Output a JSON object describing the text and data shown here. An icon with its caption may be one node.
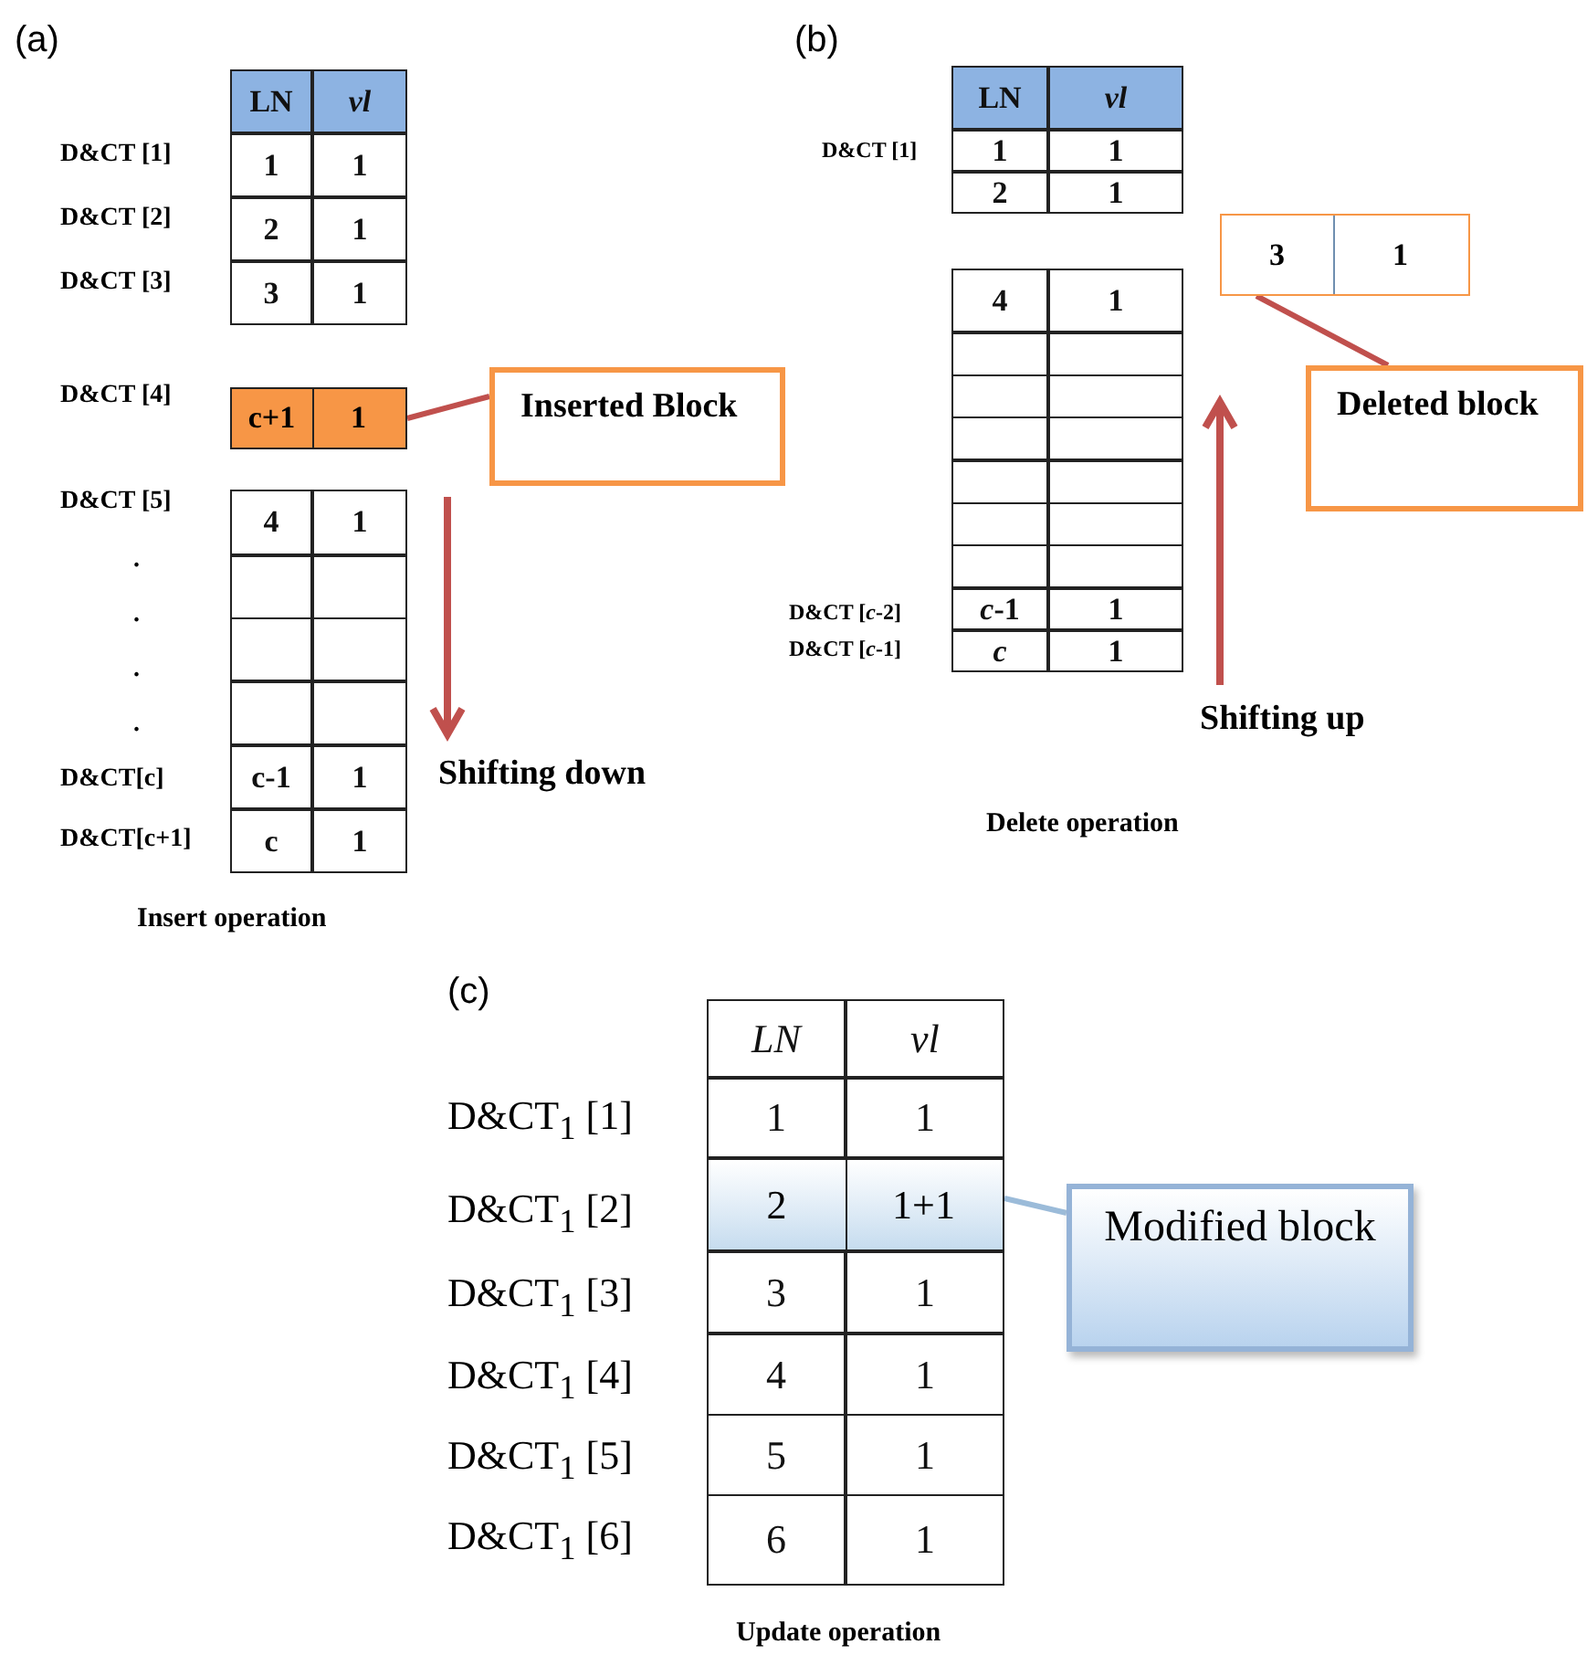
{
  "diagram": {
    "nodes": [
      {
        "text": [
          "c+1",
          "1"
        ]
      },
      {
        "text": [
          "Inserted Block"
        ]
      },
      {
        "text": [
          "3",
          "1"
        ]
      },
      {
        "text": [
          "Deleted block"
        ]
      },
      {
        "text": [
          "2",
          "1+1"
        ]
      },
      {
        "text": [
          "Modified block"
        ]
      }
    ],
    "edges": [
      {
        "from": 1,
        "to": 0,
        "arrow": "none"
      },
      {
        "from": 3,
        "to": 2,
        "arrow": "none"
      },
      {
        "from": 5,
        "to": 4,
        "arrow": "none",
        "color": "#9bbbd9"
      }
    ],
    "labels": [
      "(a)",
      "LN",
      "vl",
      "D&CT [1]",
      "1",
      "1",
      "D&CT [2]",
      "2",
      "1",
      "D&CT [3]",
      "3",
      "1",
      "D&CT [4]",
      "D&CT [5]",
      "4",
      "1",
      ".",
      ".",
      ".",
      ".",
      "D&CT[c]",
      "c-1",
      "1",
      "D&CT[c+1]",
      "c",
      "1",
      "Shifting down",
      "Insert operation",
      "(b)",
      "LN",
      "vl",
      "D&CT [1]",
      "1",
      "1",
      "2",
      "1",
      "4",
      "1",
      "D&CT [*c*-2]",
      "*c*-1",
      "1",
      "D&CT [*c*-1]",
      "*c*",
      "1",
      "Shifting up",
      "Delete operation",
      "(c)",
      "LN",
      "vl",
      "D&CT$_{1}$ [1]",
      "1",
      "1",
      "D&CT$_{1}$ [2]",
      "D&CT$_{1}$ [3]",
      "3",
      "1",
      "D&CT$_{1}$ [4]",
      "4",
      "1",
      "D&CT$_{1}$ [5]",
      "5",
      "1",
      "D&CT$_{1}$ [6]",
      "6",
      "1",
      "Update operation"
    ]
  }
}
